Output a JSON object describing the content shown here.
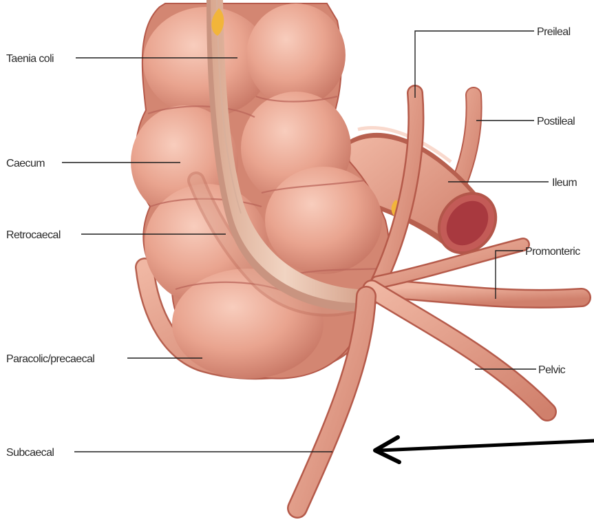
{
  "labels": {
    "taenia_coli": "Taenia coli",
    "caecum": "Caecum",
    "retrocaecal": "Retrocaecal",
    "paracolic": "Paracolic/precaecal",
    "subcaecal": "Subcaecal",
    "preileal": "Preileal",
    "postileal": "Postileal",
    "ileum": "Ileum",
    "promonteric": "Promonteric",
    "pelvic": "Pelvic"
  },
  "colors": {
    "tissue": "#e9a48f",
    "tissue_dark": "#c66d5e",
    "taenia": "#e9c6b1",
    "fat": "#f2b53a",
    "lumen": "#b84a4d",
    "leader": "#1f1f1f",
    "arrow": "#000000"
  }
}
